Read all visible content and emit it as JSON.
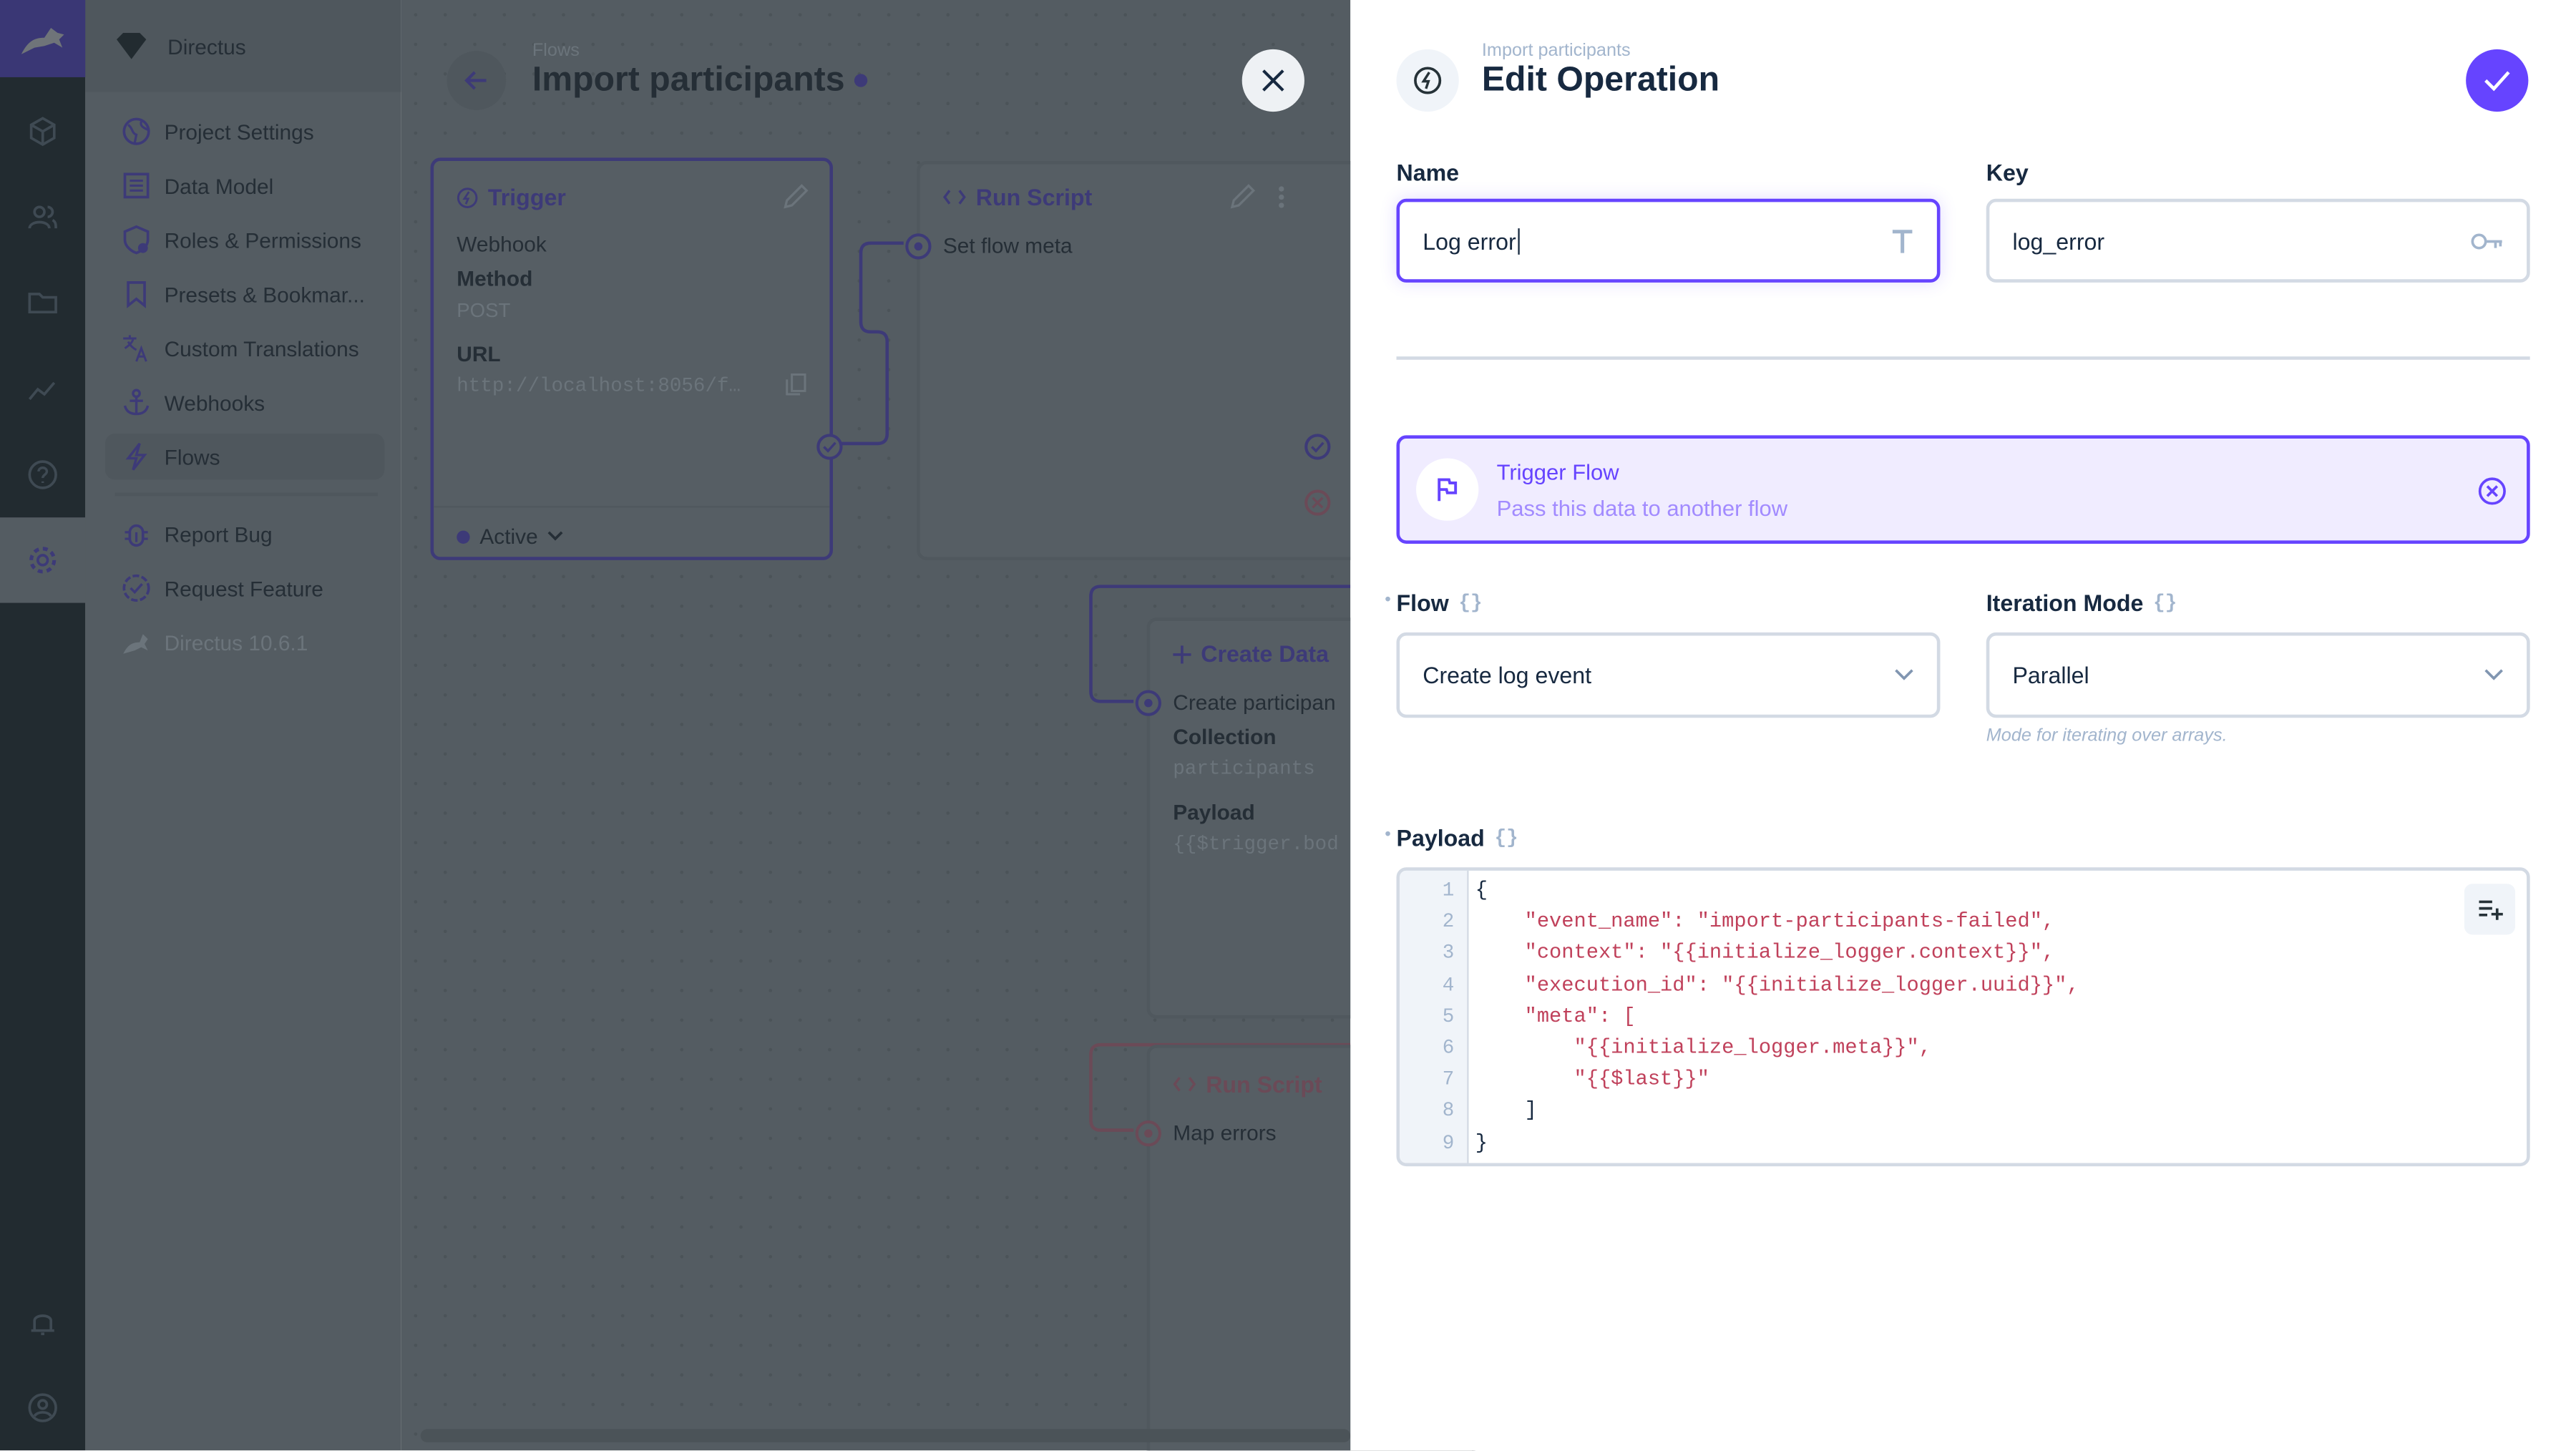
{
  "nav": {
    "project_name": "Directus",
    "items": [
      {
        "label": "Project Settings",
        "icon": "globe-icon"
      },
      {
        "label": "Data Model",
        "icon": "list-icon"
      },
      {
        "label": "Roles & Permissions",
        "icon": "shield-icon"
      },
      {
        "label": "Presets & Bookmar...",
        "icon": "bookmark-icon"
      },
      {
        "label": "Custom Translations",
        "icon": "translate-icon"
      },
      {
        "label": "Webhooks",
        "icon": "anchor-icon"
      },
      {
        "label": "Flows",
        "icon": "bolt-icon",
        "active": true
      }
    ],
    "secondary": [
      {
        "label": "Report Bug",
        "icon": "bug-icon"
      },
      {
        "label": "Request Feature",
        "icon": "verified-icon"
      }
    ],
    "version": "Directus 10.6.1"
  },
  "canvas": {
    "breadcrumb": "Flows",
    "title": "Import participants",
    "trigger": {
      "title": "Trigger",
      "type": "Webhook",
      "method_label": "Method",
      "method": "POST",
      "url_label": "URL",
      "url": "http://localhost:8056/f…",
      "status": "Active"
    },
    "run_script": {
      "title": "Run Script",
      "name": "Set flow meta"
    },
    "create_data": {
      "title": "Create Data",
      "name": "Create participan",
      "collection_label": "Collection",
      "collection": "participants",
      "payload_label": "Payload",
      "payload": "{{$trigger.bod"
    },
    "run_script_error": {
      "title": "Run Script",
      "name": "Map errors"
    }
  },
  "drawer": {
    "breadcrumb": "Import participants",
    "title": "Edit Operation",
    "name_label": "Name",
    "name_value": "Log error",
    "key_label": "Key",
    "key_value": "log_error",
    "operation": {
      "title": "Trigger Flow",
      "description": "Pass this data to another flow"
    },
    "flow_label": "Flow",
    "flow_value": "Create log event",
    "iteration_label": "Iteration Mode",
    "iteration_value": "Parallel",
    "iteration_hint": "Mode for iterating over arrays.",
    "payload_label": "Payload",
    "payload_lines": [
      "{",
      "    \"event_name\": \"import-participants-failed\",",
      "    \"context\": \"{{initialize_logger.context}}\",",
      "    \"execution_id\": \"{{initialize_logger.uuid}}\",",
      "    \"meta\": [",
      "        \"{{initialize_logger.meta}}\",",
      "        \"{{$last}}\"",
      "    ]",
      "}"
    ]
  },
  "colors": {
    "accent": "#6644ff",
    "danger": "#c0415b",
    "rail": "#263238"
  }
}
